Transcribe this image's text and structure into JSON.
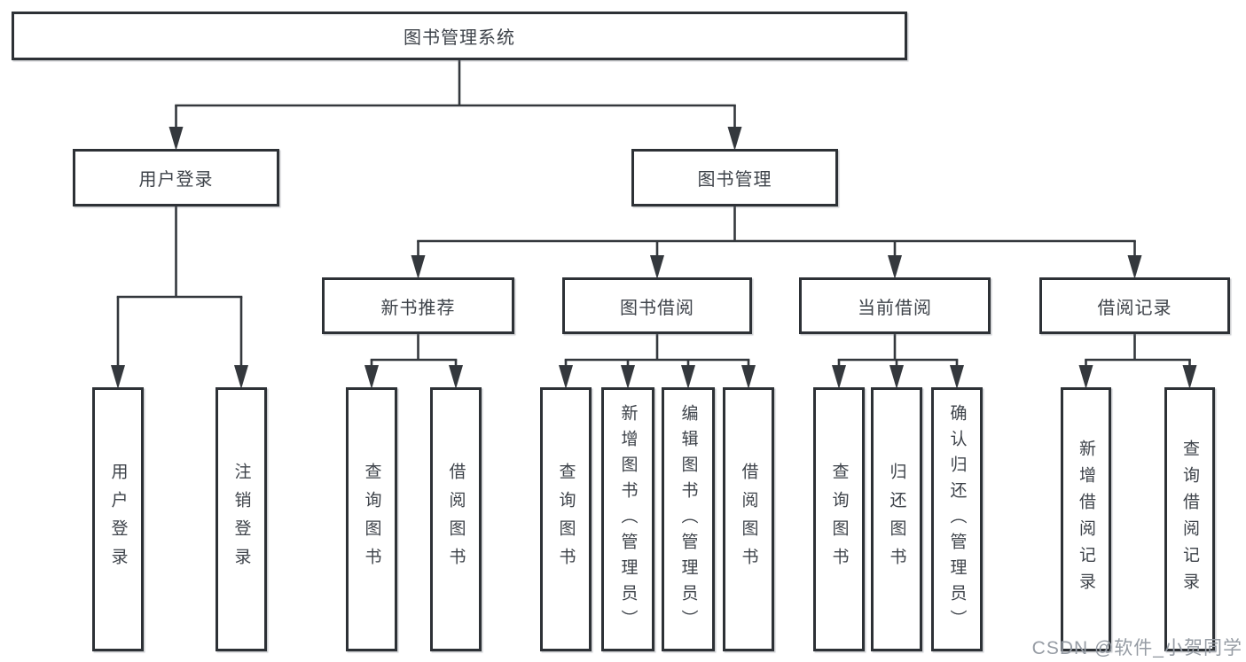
{
  "diagram_title": "图书管理系统",
  "tree": {
    "label": "图书管理系统",
    "children": [
      {
        "label": "用户登录",
        "children": [
          {
            "label": "用户登录"
          },
          {
            "label": "注销登录"
          }
        ]
      },
      {
        "label": "图书管理",
        "children": [
          {
            "label": "新书推荐",
            "children": [
              {
                "label": "查询图书"
              },
              {
                "label": "借阅图书"
              }
            ]
          },
          {
            "label": "图书借阅",
            "children": [
              {
                "label": "查询图书"
              },
              {
                "label": "新增图书（管理员）"
              },
              {
                "label": "编辑图书（管理员）"
              },
              {
                "label": "借阅图书"
              }
            ]
          },
          {
            "label": "当前借阅",
            "children": [
              {
                "label": "查询图书"
              },
              {
                "label": "归还图书"
              },
              {
                "label": "确认归还（管理员）"
              }
            ]
          },
          {
            "label": "借阅记录",
            "children": [
              {
                "label": "新增借阅记录"
              },
              {
                "label": "查询借阅记录"
              }
            ]
          }
        ]
      }
    ]
  },
  "watermark": "CSDN @软件_小贺同学",
  "colors": {
    "line": "#34383d",
    "box_border": "#2d3136",
    "text": "#3e434a",
    "watermark": "#969ca4",
    "background": "#ffffff"
  }
}
